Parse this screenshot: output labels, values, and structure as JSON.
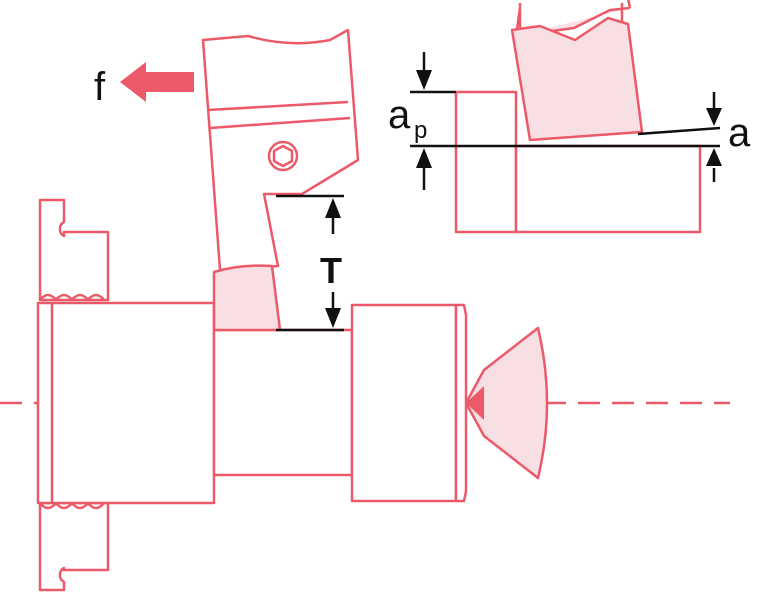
{
  "labels": {
    "feed": "f",
    "depth_main": "a",
    "depth_sub": "p",
    "thickness": "T",
    "offset": "a"
  },
  "colors": {
    "part_stroke": "#ec5a6a",
    "part_fill": "#f8dfe3",
    "dimension": "#111111"
  },
  "icons": {
    "feed_arrow": "left-arrow-icon",
    "dimension_arrows": "arrowhead-icon"
  }
}
